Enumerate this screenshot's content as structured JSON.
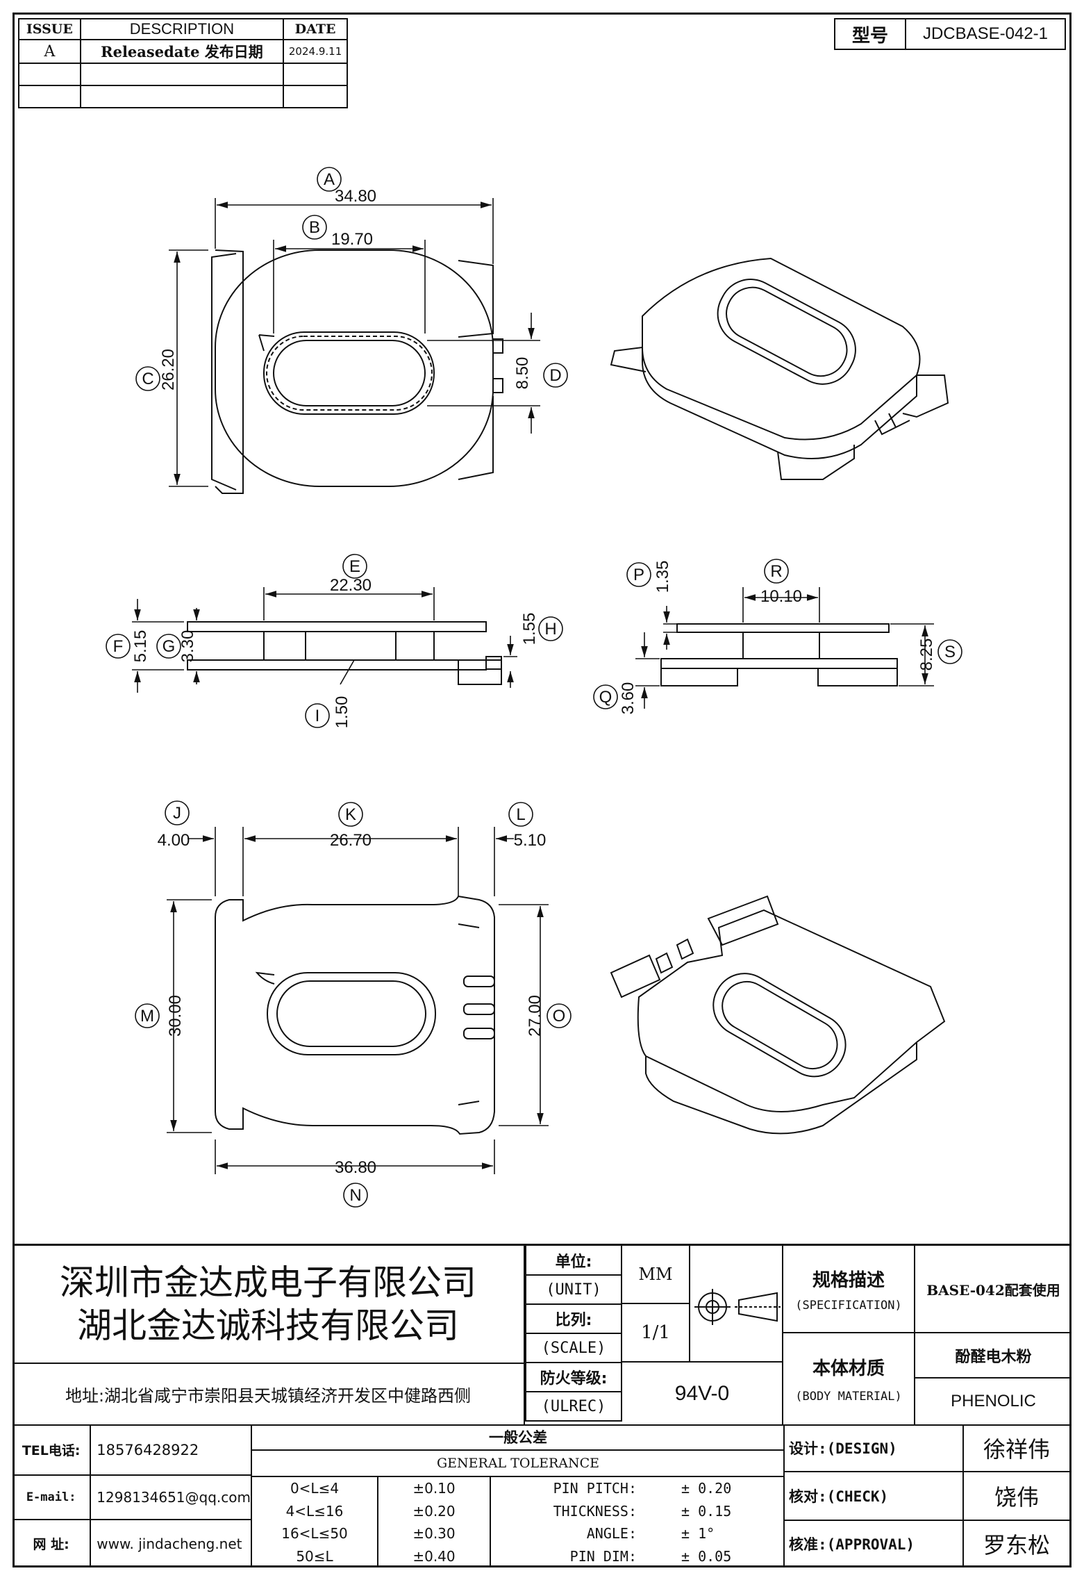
{
  "revision_table": {
    "headers": [
      "ISSUE",
      "DESCRIPTION",
      "DATE"
    ],
    "rows": [
      [
        "A",
        "Releasedate 发布日期",
        "2024.9.11"
      ],
      [
        "",
        "",
        ""
      ],
      [
        "",
        "",
        ""
      ]
    ]
  },
  "model": {
    "label": "型号",
    "value": "JDCBASE-042-1"
  },
  "top_view": {
    "dims": [
      {
        "letter": "A",
        "value": "34.80"
      },
      {
        "letter": "B",
        "value": "19.70"
      },
      {
        "letter": "C",
        "value": "26.20"
      },
      {
        "letter": "D",
        "value": "8.50"
      }
    ]
  },
  "front_view": {
    "dims": [
      {
        "letter": "E",
        "value": "22.30"
      },
      {
        "letter": "F",
        "value": "5.15"
      },
      {
        "letter": "G",
        "value": "3.30"
      },
      {
        "letter": "H",
        "value": "1.55"
      },
      {
        "letter": "I",
        "value": "1.50"
      }
    ]
  },
  "side_view": {
    "dims": [
      {
        "letter": "P",
        "value": "1.35"
      },
      {
        "letter": "R",
        "value": "10.10"
      },
      {
        "letter": "S",
        "value": "8.25"
      },
      {
        "letter": "Q",
        "value": "3.60"
      }
    ]
  },
  "bottom_view": {
    "dims": [
      {
        "letter": "J",
        "value": "4.00"
      },
      {
        "letter": "K",
        "value": "26.70"
      },
      {
        "letter": "L",
        "value": "5.10"
      },
      {
        "letter": "M",
        "value": "30.00"
      },
      {
        "letter": "O",
        "value": "27.00"
      },
      {
        "letter": "N",
        "value": "36.80"
      }
    ]
  },
  "company": {
    "name_1": "深圳市金达成电子有限公司",
    "name_2": "湖北金达诚科技有限公司",
    "address": "地址:湖北省咸宁市崇阳县天城镇经济开发区中健路西侧",
    "tel_label": "TEL电话:",
    "tel": "18576428922",
    "email_label": "E-mail:",
    "email": "1298134651@qq.com",
    "web_label": "网  址:",
    "web": "www. jindacheng.net"
  },
  "unit": {
    "label_cn": "单位:",
    "label_en": "(UNIT)",
    "value": "MM"
  },
  "scale": {
    "label_cn": "比列:",
    "label_en": "(SCALE)",
    "value": "1/1"
  },
  "ulrec": {
    "label_cn": "防火等级:",
    "label_en": "(ULREC)",
    "value": "94V-0"
  },
  "spec": {
    "label_cn": "规格描述",
    "label_en": "(SPECIFICATION)",
    "value": "BASE-042配套使用"
  },
  "material": {
    "label_cn": "本体材质",
    "label_en": "(BODY MATERIAL)",
    "value_cn": "酚醛电木粉",
    "value_en": "PHENOLIC"
  },
  "tolerance": {
    "title_cn": "一般公差",
    "title_en": "GENERAL TOLERANCE",
    "rows": [
      {
        "range": "0<L≤4",
        "tol": "±0.10",
        "item": "PIN PITCH:",
        "val": "± 0.20"
      },
      {
        "range": "4<L≤16",
        "tol": "±0.20",
        "item": "THICKNESS:",
        "val": "± 0.15"
      },
      {
        "range": "16<L≤50",
        "tol": "±0.30",
        "item": "ANGLE:",
        "val": "± 1°"
      },
      {
        "range": "50≤L",
        "tol": "±0.40",
        "item": "PIN DIM:",
        "val": "± 0.05"
      }
    ]
  },
  "signoff": [
    {
      "label": "设计:(DESIGN)",
      "name": "徐祥伟"
    },
    {
      "label": "核对:(CHECK)",
      "name": "饶伟"
    },
    {
      "label": "核准:(APPROVAL)",
      "name": "罗东松"
    }
  ]
}
